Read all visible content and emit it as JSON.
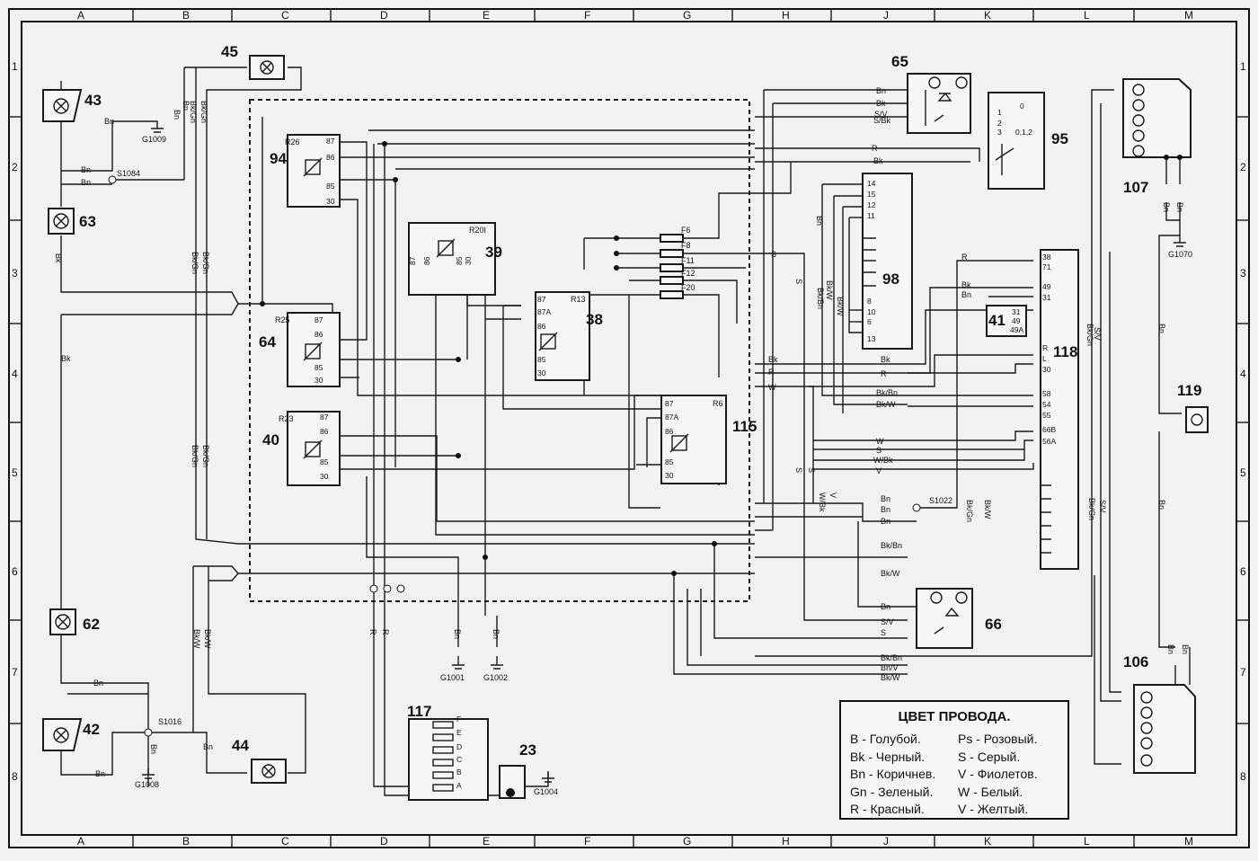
{
  "grid": {
    "columns": [
      "A",
      "B",
      "C",
      "D",
      "E",
      "F",
      "G",
      "H",
      "J",
      "K",
      "L",
      "M"
    ],
    "rows": [
      "1",
      "2",
      "3",
      "4",
      "5",
      "6",
      "7",
      "8"
    ]
  },
  "components": {
    "c45": "45",
    "c43": "43",
    "c63": "63",
    "c94": "94",
    "c64": "64",
    "c40": "40",
    "c39": "39",
    "c38": "38",
    "c115": "115",
    "c65": "65",
    "c95": "95",
    "c98": "98",
    "c41": "41",
    "c118": "118",
    "c107": "107",
    "c119": "119",
    "c62": "62",
    "c42": "42",
    "c44": "44",
    "c117": "117",
    "c23": "23",
    "c66": "66",
    "c106": "106"
  },
  "relays": {
    "r26": "R26",
    "r25": "R25",
    "r23": "R23",
    "r20": "R20I",
    "r13": "R13",
    "r6": "R6"
  },
  "relay_pins": {
    "p87": "87",
    "p86": "86",
    "p85": "85",
    "p30": "30",
    "p87a": "87A"
  },
  "fuses": [
    "F6",
    "F8",
    "F11",
    "F12",
    "F20"
  ],
  "fuses_117": [
    "F",
    "E",
    "D",
    "C",
    "B",
    "A"
  ],
  "grounds": {
    "g1009": "G1009",
    "g1001": "G1001",
    "g1002": "G1002",
    "g1008": "G1008",
    "g1004": "G1004",
    "g1070": "G1070"
  },
  "splices": {
    "s1084": "S1084",
    "s1016": "S1016",
    "s1022": "S1022"
  },
  "pins_98": [
    "14",
    "15",
    "12",
    "11",
    "8",
    "10",
    "6",
    "13"
  ],
  "pins_118_top": [
    "38",
    "71",
    "49",
    "31"
  ],
  "pins_41": [
    "31",
    "49",
    "49A"
  ],
  "pins_118_mid": [
    "R",
    "L",
    "30",
    "58",
    "54",
    "55",
    "66B",
    "56A"
  ],
  "pins_95": [
    "0",
    "1",
    "2",
    "3",
    "0,1,2"
  ],
  "wires": {
    "bn": "Bn",
    "bk": "Bk",
    "r": "R",
    "s": "S",
    "w": "W",
    "v": "V",
    "sv": "S/V",
    "sbk": "S/Bk",
    "bkgn": "Bk/Gn",
    "bkw": "Bk/W",
    "bkbn": "Bk/Bn",
    "wbk": "W/Bk",
    "bnv": "Bn/V"
  },
  "legend": {
    "title": "ЦВЕТ ПРОВОДА.",
    "left": [
      "B - Голубой.",
      "Bk - Черный.",
      "Bn - Коричнев.",
      "Gn - Зеленый.",
      "R - Красный."
    ],
    "right": [
      "Ps - Розовый.",
      "S - Серый.",
      "V - Фиолетов.",
      "W - Белый.",
      "V - Желтый."
    ]
  }
}
